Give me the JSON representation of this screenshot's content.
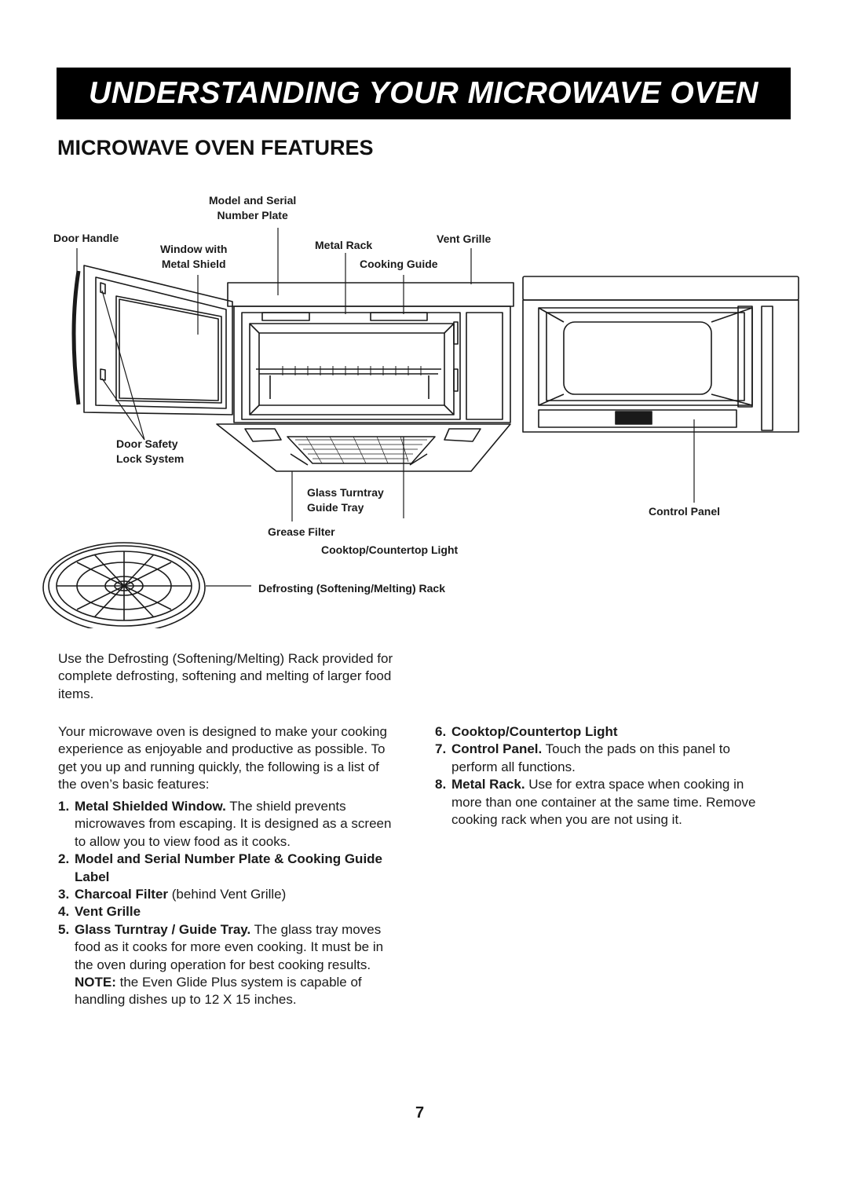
{
  "header": {
    "banner_title": "UNDERSTANDING YOUR MICROWAVE OVEN"
  },
  "section": {
    "title": "MICROWAVE OVEN FEATURES"
  },
  "diagram": {
    "labels": {
      "model_serial_line1": "Model and Serial",
      "model_serial_line2": "Number Plate",
      "door_handle": "Door Handle",
      "window_line1": "Window with",
      "window_line2": "Metal Shield",
      "metal_rack": "Metal Rack",
      "vent_grille": "Vent Grille",
      "cooking_guide": "Cooking Guide",
      "door_safety_line1": "Door Safety",
      "door_safety_line2": "Lock System",
      "glass_turntray_line1": "Glass Turntray",
      "glass_turntray_line2": "Guide Tray",
      "control_panel": "Control Panel",
      "grease_filter": "Grease Filter",
      "cooktop_light": "Cooktop/Countertop Light",
      "defrost_rack": "Defrosting (Softening/Melting) Rack"
    }
  },
  "intro": {
    "rack_note": "Use the Defrosting (Softening/Melting) Rack provided for complete defrosting, softening and melting of larger food items.",
    "features_intro": "Your microwave oven is designed to make your cooking experience as enjoyable and productive as possible. To get you up and running quickly, the following is a list of the oven’s basic features:"
  },
  "features": {
    "f1": {
      "num": "1.",
      "bold": "Metal Shielded Window.",
      "text": " The shield prevents microwaves from escaping. It is designed as a screen to allow you to view food as it cooks."
    },
    "f2": {
      "num": "2.",
      "bold": "Model and Serial Number Plate & Cooking Guide Label",
      "text": ""
    },
    "f3": {
      "num": "3.",
      "bold": "Charcoal Filter",
      "text": " (behind Vent Grille)"
    },
    "f4": {
      "num": "4.",
      "bold": "Vent Grille",
      "text": ""
    },
    "f5": {
      "num": "5.",
      "bold": "Glass Turntray / Guide Tray.",
      "text": " The glass tray moves food as it cooks for more even cooking. It must be in the oven during operation for best cooking results."
    },
    "f5_note_bold": "NOTE:",
    "f5_note_text": " the Even Glide Plus system is capable of handling dishes up to 12 X 15 inches.",
    "f6": {
      "num": "6.",
      "bold": "Cooktop/Countertop Light",
      "text": ""
    },
    "f7": {
      "num": "7.",
      "bold": "Control Panel.",
      "text": " Touch the pads on this panel to perform all functions."
    },
    "f8": {
      "num": "8.",
      "bold": "Metal Rack.",
      "text": " Use for extra space when cooking in more than one container at the same time. Remove cooking rack when you are not using it."
    }
  },
  "footer": {
    "page_number": "7"
  }
}
